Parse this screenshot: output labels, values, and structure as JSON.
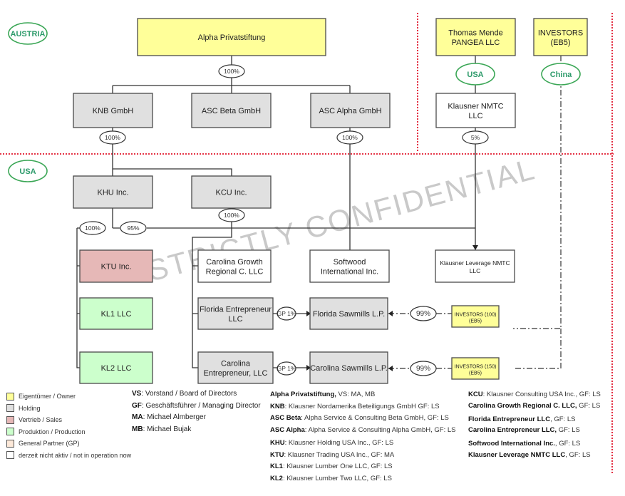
{
  "watermark": "STRICTLY CONFIDENTIAL",
  "colors": {
    "owner": "#ffff99",
    "holding": "#e0e0e0",
    "sales": "#e6b8b7",
    "production": "#ccffcc",
    "gp": "#fde9d9",
    "inactive": "#ffffff",
    "region_border": "#e0182d",
    "country_label": "#2e9b6b"
  },
  "regions": [
    {
      "id": "austria",
      "label": "AUSTRIA"
    },
    {
      "id": "usa",
      "label": "USA"
    },
    {
      "id": "usa_owner",
      "label": "USA"
    },
    {
      "id": "china",
      "label": "China"
    }
  ],
  "entities": [
    {
      "id": "alpha_privatstiftung",
      "lines": [
        "Alpha Privatstiftung"
      ],
      "type": "owner"
    },
    {
      "id": "thomas_mende",
      "lines": [
        "Thomas Mende",
        "PANGEA LLC"
      ],
      "type": "owner"
    },
    {
      "id": "investors_eb5",
      "lines": [
        "INVESTORS",
        "(EB5)"
      ],
      "type": "owner"
    },
    {
      "id": "knb",
      "lines": [
        "KNB GmbH"
      ],
      "type": "holding"
    },
    {
      "id": "asc_beta",
      "lines": [
        "ASC Beta GmbH"
      ],
      "type": "holding"
    },
    {
      "id": "asc_alpha",
      "lines": [
        "ASC Alpha GmbH"
      ],
      "type": "holding"
    },
    {
      "id": "klausner_nmtc",
      "lines": [
        "Klausner NMTC",
        "LLC"
      ],
      "type": "inactive"
    },
    {
      "id": "khu",
      "lines": [
        "KHU Inc."
      ],
      "type": "holding"
    },
    {
      "id": "kcu",
      "lines": [
        "KCU Inc."
      ],
      "type": "holding"
    },
    {
      "id": "ktu",
      "lines": [
        "KTU Inc."
      ],
      "type": "sales"
    },
    {
      "id": "carolina_growth",
      "lines": [
        "Carolina Growth",
        "Regional C. LLC"
      ],
      "type": "inactive"
    },
    {
      "id": "softwood",
      "lines": [
        "Softwood",
        "International Inc."
      ],
      "type": "inactive"
    },
    {
      "id": "klausner_leverage",
      "lines": [
        "Klausner Leverage NMTC",
        "LLC"
      ],
      "type": "inactive"
    },
    {
      "id": "kl1",
      "lines": [
        "KL1 LLC"
      ],
      "type": "production"
    },
    {
      "id": "kl2",
      "lines": [
        "KL2 LLC"
      ],
      "type": "production"
    },
    {
      "id": "florida_entrepreneur",
      "lines": [
        "Florida Entrepreneur",
        "LLC"
      ],
      "type": "holding"
    },
    {
      "id": "carolina_entrepreneur",
      "lines": [
        "Carolina",
        "Entrepreneur, LLC"
      ],
      "type": "holding"
    },
    {
      "id": "florida_sawmills",
      "lines": [
        "Florida Sawmills L.P."
      ],
      "type": "holding"
    },
    {
      "id": "carolina_sawmills",
      "lines": [
        "Carolina Sawmills L.P."
      ],
      "type": "holding"
    },
    {
      "id": "investors_100",
      "lines": [
        "INVESTORS (100)",
        "(EB5)"
      ],
      "type": "owner"
    },
    {
      "id": "investors_150",
      "lines": [
        "INVESTORS (150)",
        "(EB5)"
      ],
      "type": "owner"
    }
  ],
  "ownership": [
    {
      "id": "alpha_to_subs",
      "label": "100%"
    },
    {
      "id": "knb_to_usa",
      "label": "100%"
    },
    {
      "id": "asc_alpha_to_softwood",
      "label": "100%"
    },
    {
      "id": "nmtc_to_leverage",
      "label": "5%"
    },
    {
      "id": "khu_to_ktu",
      "label": "100%"
    },
    {
      "id": "khu_to_leverage",
      "label": "95%"
    },
    {
      "id": "kcu_to_subs",
      "label": "100%"
    },
    {
      "id": "florida_gp",
      "label": "GP 1%"
    },
    {
      "id": "carolina_gp",
      "label": "GP 1%"
    },
    {
      "id": "investors100_lp",
      "label": "99%"
    },
    {
      "id": "investors150_lp",
      "label": "99%"
    }
  ],
  "legend": [
    {
      "label": "Eigentümer / Owner",
      "type": "owner"
    },
    {
      "label": "Holding",
      "type": "holding"
    },
    {
      "label": "Vertrieb / Sales",
      "type": "sales"
    },
    {
      "label": "Produktion / Production",
      "type": "production"
    },
    {
      "label": "General Partner (GP)",
      "type": "gp"
    },
    {
      "label": "derzeit nicht aktiv / not in operation now",
      "type": "inactive"
    }
  ],
  "abbreviations": [
    {
      "key": "VS",
      "value": ": Vorstand / Board of Directors"
    },
    {
      "key": "GF",
      "value": ": Geschäftsführer / Managing Director"
    },
    {
      "key": "MA",
      "value": ": Michael Almberger"
    },
    {
      "key": "MB",
      "value": ": Michael Bujak"
    }
  ],
  "notes_col1": [
    {
      "key": "Alpha Privatstiftung,",
      "value": " VS: MA, MB"
    },
    {
      "key": "KNB",
      "value": ": Klausner Nordamerika Beteiligungs GmbH  GF: LS"
    },
    {
      "key": "ASC Beta",
      "value": ": Alpha Service & Consulting Beta GmbH, GF: LS"
    },
    {
      "key": "ASC Alpha",
      "value": ": Alpha Service & Consulting Alpha GmbH, GF: LS"
    },
    {
      "key": "KHU",
      "value": ": Klausner Holding USA Inc.,  GF: LS"
    },
    {
      "key": "KTU",
      "value": ": Klausner Trading USA Inc.,  GF: MA"
    },
    {
      "key": "KL1",
      "value": ": Klausner Lumber One LLC,  GF: LS"
    },
    {
      "key": "KL2",
      "value": ": Klausner Lumber Two LLC,  GF: LS"
    }
  ],
  "notes_col2": [
    {
      "key": "KCU",
      "value": ": Klausner Consulting USA Inc.,  GF: LS"
    },
    {
      "key": "Carolina Growth Regional C. LLC,",
      "value": " GF: LS"
    },
    {
      "key": "Florida Entrepreneur LLC",
      "value": ", GF: LS"
    },
    {
      "key": "Carolina Entrepreneur LLC,",
      "value": " GF: LS"
    },
    {
      "key": "Softwood International Inc.",
      "value": ", GF: LS"
    },
    {
      "key": "Klausner Leverage NMTC LLC",
      "value": ", GF: LS"
    }
  ]
}
